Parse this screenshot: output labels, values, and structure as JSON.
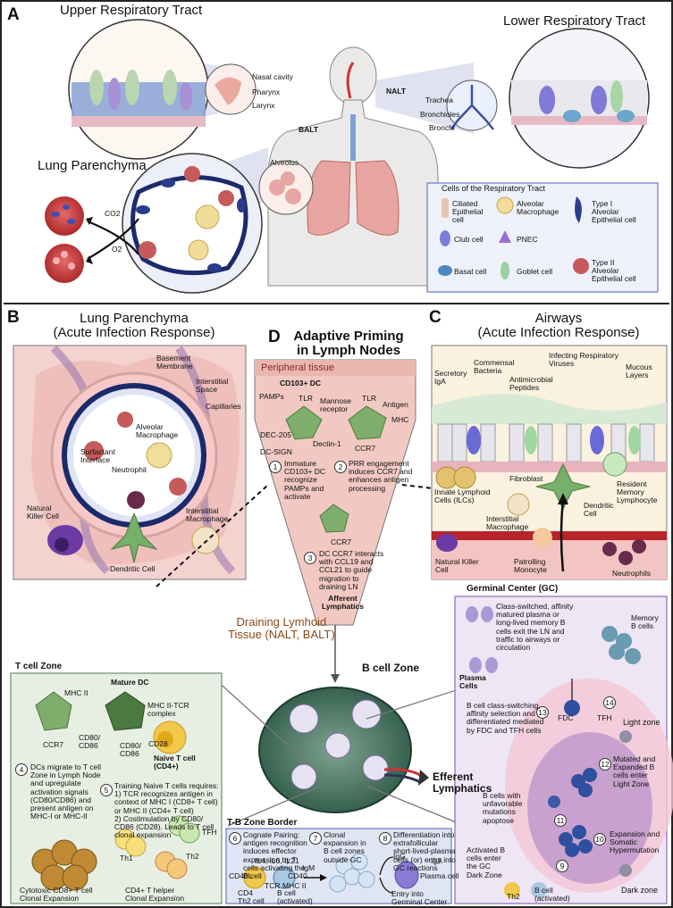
{
  "panel_a": {
    "letter": "A",
    "upper_title": "Upper Respiratory Tract",
    "lower_title": "Lower Respiratory Tract",
    "parenchyma_title": "Lung Parenchyma",
    "upper_labels": [
      "Nasal cavity",
      "Pharynx",
      "Larynx"
    ],
    "lower_labels": [
      "Trachea",
      "Bronchioles",
      "Bronchi"
    ],
    "nalt": "NALT",
    "balt": "BALT",
    "alveolus": "Alveolus",
    "co2": "CO2",
    "o2": "O2",
    "legend": {
      "title": "Cells of the Respiratory Tract",
      "items": [
        "Ciliated\nEpithelial\ncell",
        "Alveolar\nMacrophage",
        "Type I\nAlveolar\nEpithelial cell",
        "Club cell",
        "PNEC",
        "Basal cell",
        "Goblet cell",
        "Type II\nAlveolar\nEpithelial cell"
      ]
    }
  },
  "panel_b": {
    "letter": "B",
    "title": "Lung Parenchyma\n(Acute Infection Response)",
    "labels": {
      "basement_membrane": "Basement\nMembrane",
      "interstitial_space": "Interstitial\nSpace",
      "capillaries": "Capillaries",
      "alveolar_macrophage": "Alveolar\nMacrophage",
      "surfactant_interface": "Surfactant\nInterface",
      "neutrophil": "Neutrophil",
      "natural_killer": "Natural\nKiller Cell",
      "interstitial_macrophage": "Interstitial\nMacrophage",
      "dendritic_cell": "Dendritic Cell"
    }
  },
  "panel_c": {
    "letter": "C",
    "title": "Airways\n(Acute Infection Response)",
    "labels": {
      "secretory_iga": "Secretory\nIgA",
      "commensal": "Commensal\nBacteria",
      "infecting_viruses": "Infecting Respiratory\nViruses",
      "mucous_layers": "Mucous\nLayers",
      "antimicrobial": "Antimicrobial\nPeptides",
      "ilc": "Innate Lymphoid\nCells (ILCs)",
      "fibroblast": "Fibroblast",
      "resident_memory": "Resident\nMemory\nLymphocyte",
      "dendritic_cell": "Dendritic\nCell",
      "interstitial_macrophage": "Interstitial\nMacrophage",
      "natural_killer": "Natural Killer\nCell",
      "patrolling_monocyte": "Patrolling\nMonocyte",
      "neutrophils": "Neutrophils"
    }
  },
  "panel_d": {
    "letter": "D",
    "title": "Adaptive Priming\nin Lymph Nodes",
    "peripheral": "Peripheral tissue",
    "cd103": "CD103+ DC",
    "labels": {
      "pamps": "PAMPs",
      "tlr1": "TLR",
      "mannose": "Mannose\nreceptor",
      "tlr2": "TLR",
      "antigen": "Antigen",
      "mhc": "MHC",
      "dec205": "DEC-205",
      "dectin": "Dectin-1",
      "dcsign": "DC-SIGN",
      "ccr7a": "CCR7",
      "ccr7b": "CCR7",
      "afferent": "Afferent\nLymphatics"
    },
    "step1": "Immature\nCD103+ DC\nrecognize\nPAMPs and\nactivate",
    "step2": "PRR engagement\ninduces CCR7 and\nenhances antigen\nprocessing",
    "step3": "DC CCR7 interacts\nwith CCL19 and\nCCL21 to guide\nmigration to\ndraining LN"
  },
  "center": {
    "draining": "Draining Lymhoid\nTissue (NALT, BALT)",
    "bcell_zone": "B cell Zone",
    "efferent": "Efferent\nLymphatics"
  },
  "tcell_zone": {
    "title": "T cell Zone",
    "labels": {
      "mhc2": "MHC II",
      "mature_dc": "Mature DC",
      "mhc2_tcr": "MHC II-TCR\ncomplex",
      "cd80a": "CD80/\nCD86",
      "ccr7": "CCR7",
      "cd80b": "CD80/\nCD86",
      "cd28": "CD28",
      "naive": "Naive T cell\n(CD4+)",
      "th1": "Th1",
      "th2": "Th2",
      "tfh": "TFH",
      "cytotoxic": "Cytotoxic CD8+ T cell\nClonal Expansion",
      "helper": "CD4+ T helper\nClonal Expansion"
    },
    "step4": "DCs migrate to T cell\nZone in Lymph Node\nand upregulate\nactivation signals\n(CD80/CD86) and\npresent antigen on\nMHC-I or MHC-II",
    "step5": "Training Naive T cells requires:\n1) TCR recognizes antigen in\ncontext of MHC I (CD8+ T cell)\nor MHC II (CD4+ T cell)\n2) Costimulation by CD80/\nCD86 (CD28). Leads to T cell\nclonal expansion"
  },
  "tb_border": {
    "title": "T-B Zone Border",
    "step6": "Cognate Pairing:\nantigen recognition\ninduces effector\nexpression by T\ncells activating the\nB cell",
    "step7": "Clonal\nexpansion in\nB cell zones\noutside GC",
    "step8": "Differentiation into\nextrafollicular\nshort-lived-plasma\ncells (or) entry into\nGC reactions",
    "labels": {
      "ils": "IL4, IL6, IL21",
      "igm": "IgM",
      "cd40l": "CD40L",
      "cd40": "CD40",
      "tcr": "TCR",
      "mhc2": "MHC II",
      "cd4": "CD4\nTh2 cell",
      "bcell": "B cell\n(activated)",
      "igg": "IgG",
      "iga": "IgA",
      "plasma": "Plasma cell",
      "entry": "Entry into\nGerminal Center"
    }
  },
  "gc": {
    "title": "Germinal Center (GC)",
    "labels": {
      "memory": "Memory\nB cells",
      "class_switched": "Class-switched, affinity\nmatured plasma or\nlong-lived memory B\ncells exit the LN and\ntraffic to airways or\ncirculation",
      "plasma": "Plasma\nCells",
      "light_zone": "Light zone",
      "dark_zone": "Dark zone",
      "fdc": "FDC",
      "tfh": "TFH",
      "step13": "B cell class-switching,\naffinity selection and\ndifferentiated mediated\nby FDC and TFH cells",
      "step12": "Mutated and\nExpanded B\ncells enter\nLight Zone",
      "step11": "B cells with\nunfavorable\nmutations\napoptose",
      "step10": "Expansion and\nSomatic\nHypermutation",
      "step9": "Activated B\ncells enter\nthe GC\nDark Zone",
      "th2": "Th2",
      "bcell": "B cell\n(activated)"
    },
    "numbers": [
      "9",
      "10",
      "11",
      "12",
      "13",
      "14"
    ]
  },
  "step_numbers": [
    "1",
    "2",
    "3",
    "4",
    "5",
    "6",
    "7",
    "8"
  ],
  "colors": {
    "pink_bg": "#f3d2cf",
    "cream": "#fbf1df",
    "tcell_bg": "#e6efe2",
    "tb_bg": "#dfe5f3",
    "gc_bg": "#eee5f5",
    "legend_bg": "#eef0fa"
  }
}
